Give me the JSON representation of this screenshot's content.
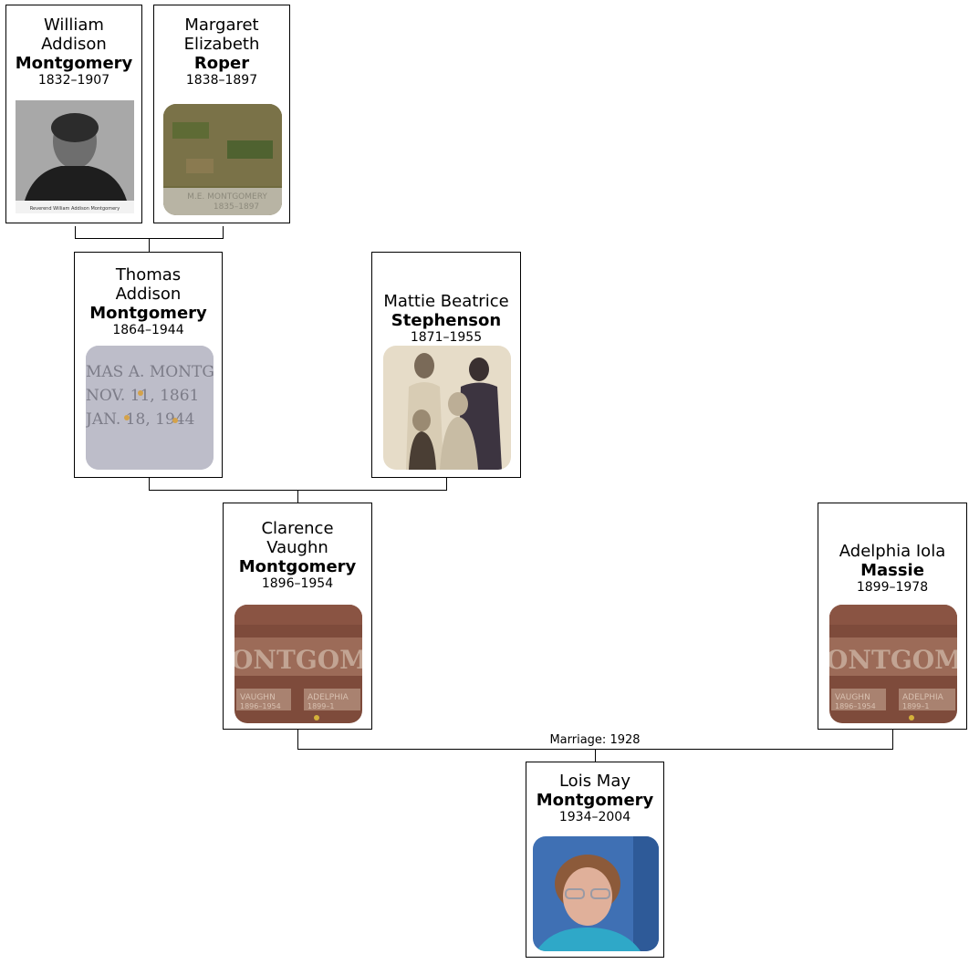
{
  "people": {
    "william": {
      "given": "William Addison",
      "surname": "Montgomery",
      "dates": "1832–1907",
      "photo_icon": "portrait-photo-icon"
    },
    "margaret": {
      "given": "Margaret Elizabeth",
      "surname": "Roper",
      "dates": "1838–1897",
      "photo_icon": "gravestone-photo-icon"
    },
    "thomas": {
      "given": "Thomas Addison",
      "surname": "Montgomery",
      "dates": "1864–1944",
      "photo_icon": "gravestone-photo-icon"
    },
    "mattie": {
      "given": "Mattie Beatrice",
      "surname": "Stephenson",
      "dates": "1871–1955",
      "photo_icon": "family-photo-icon"
    },
    "clarence": {
      "given": "Clarence Vaughn",
      "surname": "Montgomery",
      "dates": "1896–1954",
      "photo_icon": "gravestone-photo-icon"
    },
    "adelphia": {
      "given": "Adelphia Iola",
      "surname": "Massie",
      "dates": "1899–1978",
      "photo_icon": "gravestone-photo-icon"
    },
    "lois": {
      "given": "Lois May",
      "surname": "Montgomery",
      "dates": "1934–2004",
      "photo_icon": "portrait-photo-icon"
    }
  },
  "marriage_label": "Marriage: 1928",
  "photo_texts": {
    "william_caption": "Reverend William Addison Montgomery",
    "margaret_stone": "M.E. MONTGOMERY",
    "margaret_stone_dates": "1835–1897",
    "thomas_line1": "MAS A. MONTGO",
    "thomas_line2": "NOV. 11, 1861",
    "thomas_line3": "JAN. 18, 1944",
    "stone_surname": "ONTGOMER",
    "stone_left_name": "VAUGHN",
    "stone_left_dates": "1896–1954",
    "stone_right_name": "ADELPHIA",
    "stone_right_dates": "1899–1"
  }
}
